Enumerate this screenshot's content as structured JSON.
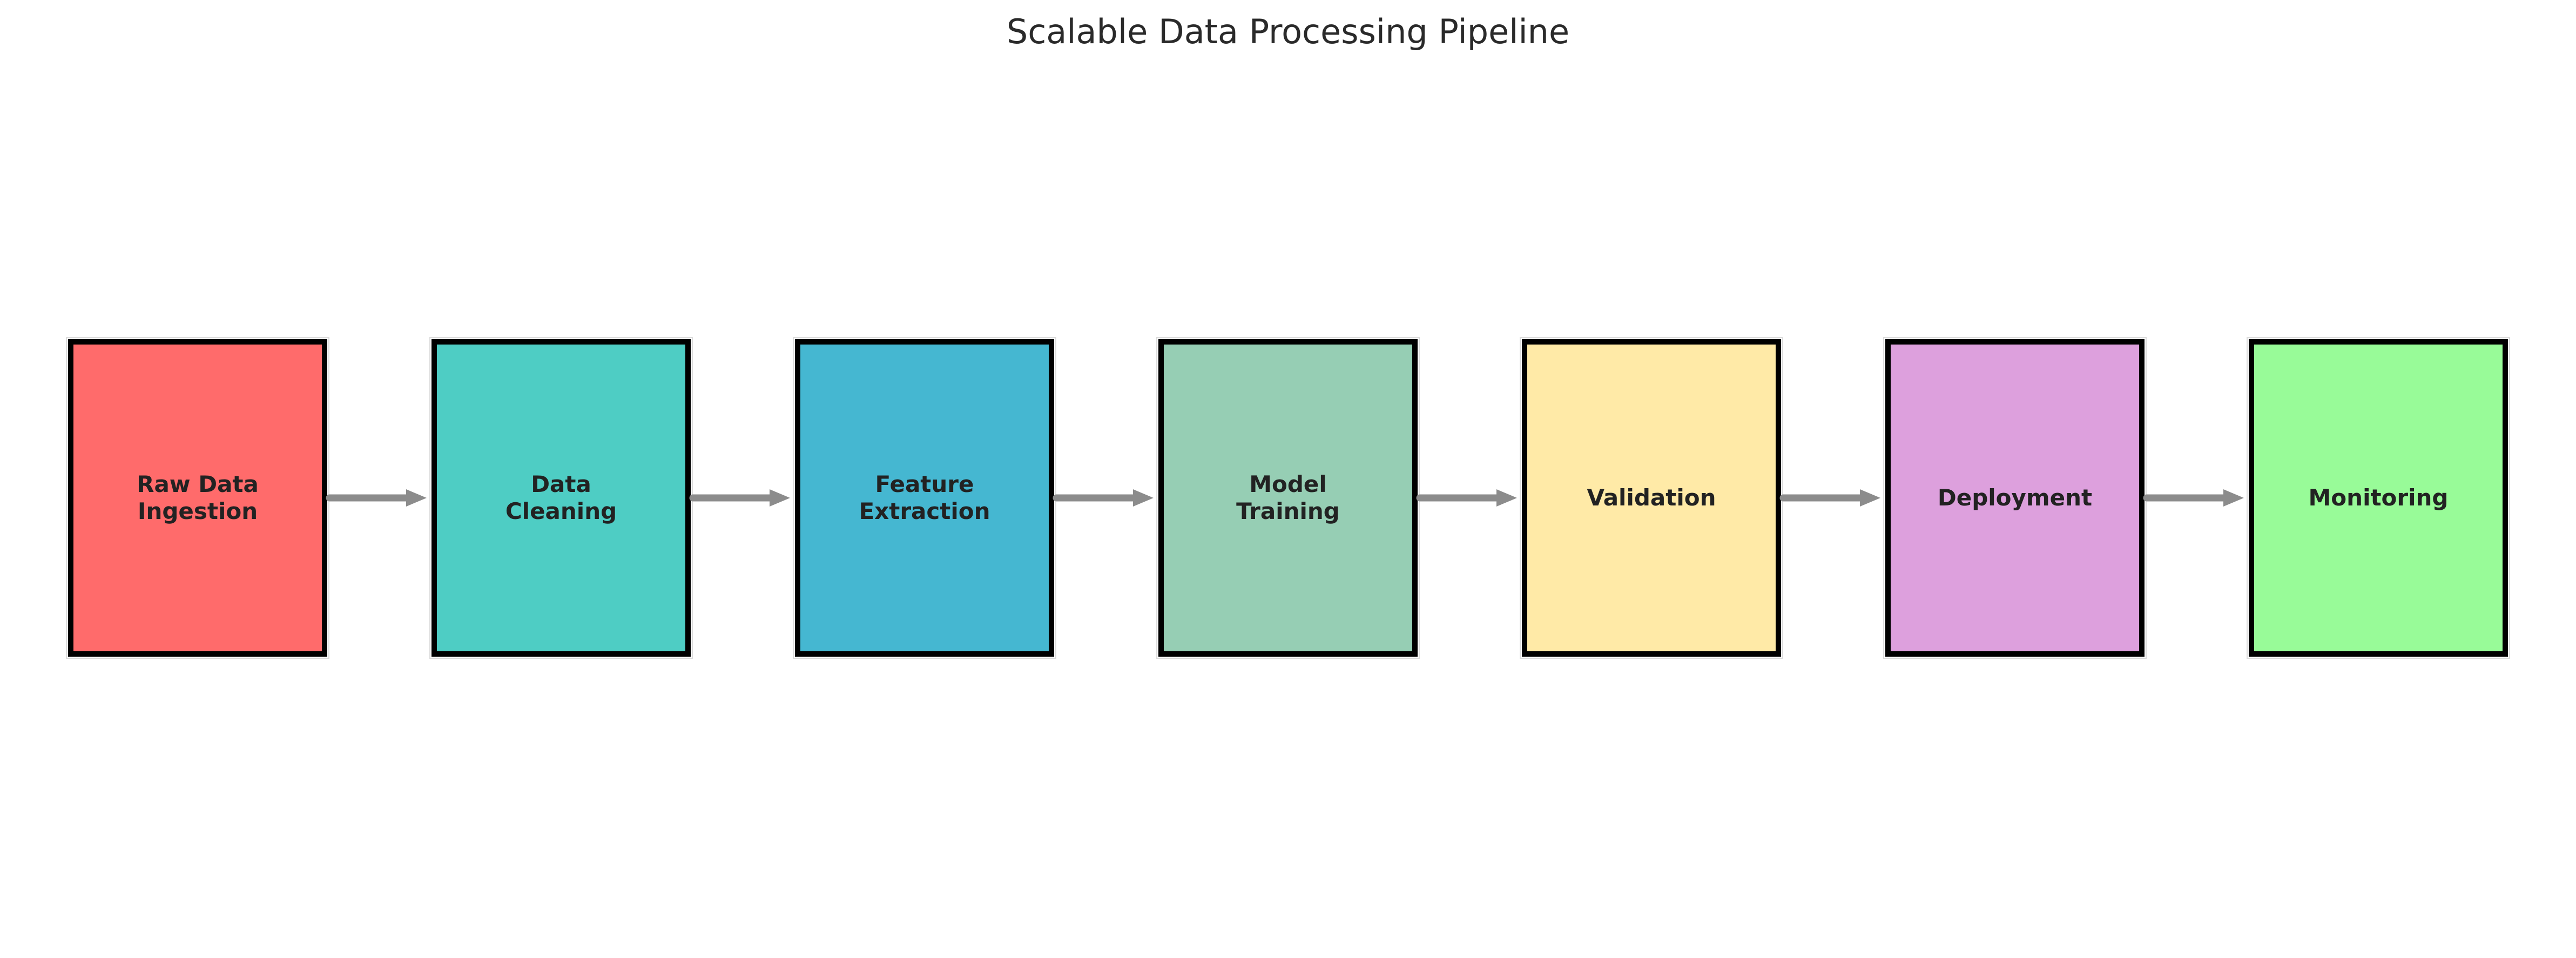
{
  "title": "Scalable Data Processing Pipeline",
  "nodes": [
    {
      "label": "Raw Data\nIngestion",
      "color": "#FF6B6B"
    },
    {
      "label": "Data\nCleaning",
      "color": "#4ECDC4"
    },
    {
      "label": "Feature\nExtraction",
      "color": "#45B7D1"
    },
    {
      "label": "Model\nTraining",
      "color": "#96CEB4"
    },
    {
      "label": "Validation",
      "color": "#FFEAA7"
    },
    {
      "label": "Deployment",
      "color": "#DDA0DD"
    },
    {
      "label": "Monitoring",
      "color": "#98FB98"
    }
  ],
  "colors": {
    "background": "#ffffff",
    "arrow": "#8c8c8c",
    "node_border": "#000000",
    "label_text": "#222222",
    "title_text": "#2a2a2a"
  }
}
